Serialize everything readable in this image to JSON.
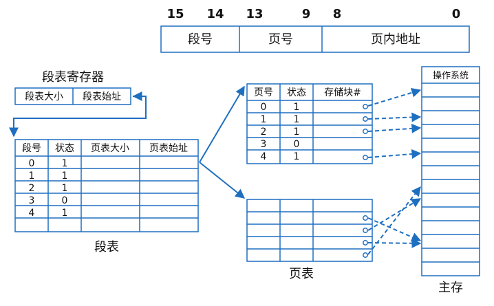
{
  "address_format": {
    "bit_labels": [
      "15",
      "14",
      "13",
      "9",
      "8",
      "0"
    ],
    "fields": [
      "段号",
      "页号",
      "页内地址"
    ]
  },
  "segment_register": {
    "title": "段表寄存器",
    "fields": [
      "段表大小",
      "段表始址"
    ]
  },
  "segment_table": {
    "headers": [
      "段号",
      "状态",
      "页表大小",
      "页表始址"
    ],
    "rows": [
      [
        "0",
        "1"
      ],
      [
        "1",
        "1"
      ],
      [
        "2",
        "1"
      ],
      [
        "3",
        "0"
      ],
      [
        "4",
        "1"
      ]
    ],
    "caption": "段表"
  },
  "page_table_top": {
    "headers": [
      "页号",
      "状态",
      "存储块#"
    ],
    "rows": [
      [
        "0",
        "1"
      ],
      [
        "1",
        "1"
      ],
      [
        "2",
        "1"
      ],
      [
        "3",
        "0"
      ],
      [
        "4",
        "1"
      ]
    ]
  },
  "page_table_bottom": {
    "caption": "页表"
  },
  "main_memory": {
    "top_label": "操作系统",
    "caption": "主存"
  },
  "colors": {
    "line": "#1f6fc0",
    "text": "#111111"
  }
}
